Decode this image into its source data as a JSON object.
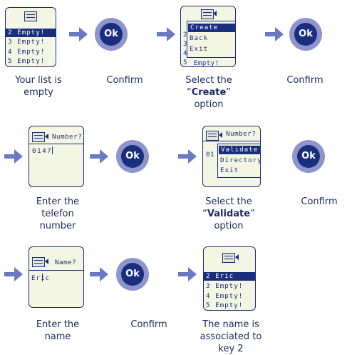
{
  "row1": {
    "screen1": {
      "lines": [
        "2 Empty!",
        "3 Empty!",
        "4 Empty!",
        "5 Empty!"
      ]
    },
    "caption1": "Your list is empty",
    "confirm1": "Confirm",
    "screen2": {
      "back_nums": [
        "2",
        "3",
        "4",
        "5"
      ],
      "back_tail": "Empty!",
      "menu": [
        "Create",
        "Back",
        "Exit"
      ]
    },
    "caption3_pre": "Select the",
    "caption3_q1": "“",
    "caption3_bold": "Create",
    "caption3_q2": "”",
    "caption3_post": "option",
    "confirm2": "Confirm"
  },
  "row2": {
    "screen3": {
      "header": "Number?",
      "value": "0147"
    },
    "caption1": "Enter the telefon number",
    "confirm1": "Confirm",
    "screen4": {
      "header": "Number?",
      "value_partial": "01",
      "menu": [
        "Validate",
        "Directory",
        "Exit"
      ]
    },
    "caption3_pre": "Select the",
    "caption3_q1": "“",
    "caption3_bold": "Validate",
    "caption3_q2": "”",
    "caption3_post": "option",
    "confirm2": "Confirm"
  },
  "row3": {
    "screen5": {
      "header": "Name?",
      "value": "Eric"
    },
    "caption1": "Enter the name",
    "confirm1": "Confirm",
    "screen6": {
      "lines": [
        "2 Eric",
        "3 Empty!",
        "4 Empty!",
        "5 Empty!"
      ]
    },
    "caption3": "The name is associated to key 2"
  },
  "ok_label": "Ok",
  "colors": {
    "navy": "#1a2e7e",
    "arrow": "#6b78c2",
    "ok_ring": "#8e95cc",
    "screen_bg": "#f3f6e2"
  },
  "icons": {
    "menu": "phonebook-icon",
    "back": "back-arrow-icon"
  }
}
